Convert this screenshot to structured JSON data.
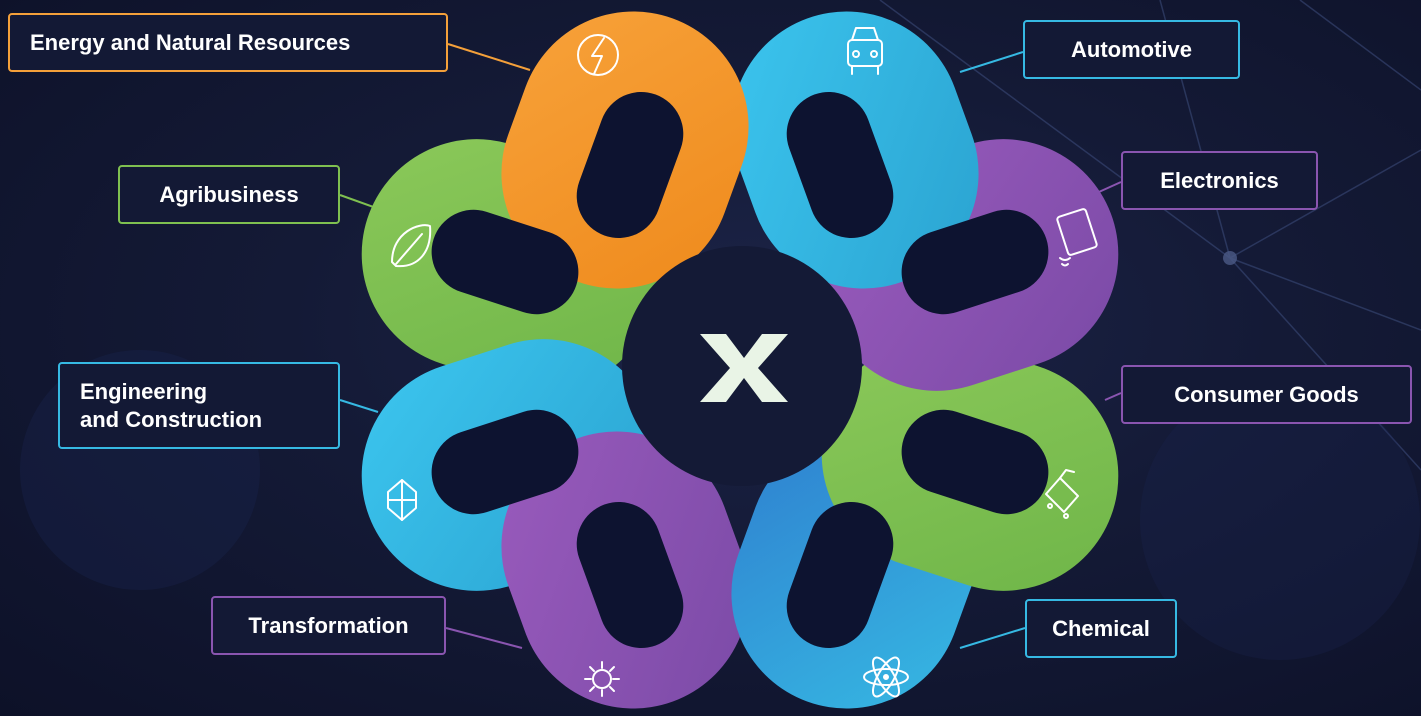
{
  "labels": {
    "energy": "Energy and Natural Resources",
    "automotive": "Automotive",
    "agribusiness": "Agribusiness",
    "electronics": "Electronics",
    "engineering_line1": "Engineering",
    "engineering_line2": "and Construction",
    "consumer_goods": "Consumer Goods",
    "transformation": "Transformation",
    "chemical": "Chemical"
  },
  "colors": {
    "orange": "#f39324",
    "blue": "#36b9e3",
    "green": "#7fc050",
    "purple": "#8a55b0",
    "background": "#141a36"
  },
  "icons": [
    "lightning-icon",
    "car-icon",
    "leaf-icon",
    "tablet-icon",
    "building-icon",
    "cart-icon",
    "gear-icon",
    "atom-icon",
    "x-logo-icon"
  ]
}
